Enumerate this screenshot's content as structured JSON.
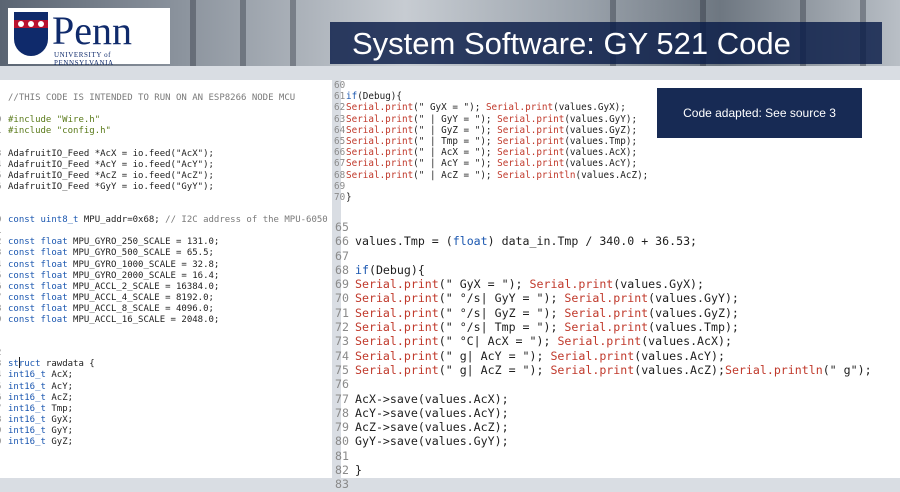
{
  "slide": {
    "logo_text": "Penn",
    "logo_subtext": "UNIVERSITY of PENNSYLVANIA",
    "title": "System Software: GY 521 Code",
    "callout": "Code adapted: See source 3"
  },
  "colors": {
    "title_bar": "#0a1c48",
    "callout_bg": "#172a54",
    "penn_blue": "#0f2a6b",
    "penn_red": "#b8122f",
    "keyword": "#1b57b0",
    "string": "#c0392b"
  },
  "left_code": [
    {
      "n": "",
      "t": ""
    },
    {
      "n": "",
      "t": "//THIS CODE IS INTENDED TO RUN ON AN ESP8266 NODE MCU"
    },
    {
      "n": "",
      "t": ""
    },
    {
      "n": "0",
      "t": "#include \"Wire.h\""
    },
    {
      "n": "1",
      "t": "#include \"config.h\""
    },
    {
      "n": "",
      "t": ""
    },
    {
      "n": "3",
      "t": "AdafruitIO_Feed *AcX = io.feed(\"AcX\");"
    },
    {
      "n": "4",
      "t": "AdafruitIO_Feed *AcY = io.feed(\"AcY\");"
    },
    {
      "n": "5",
      "t": "AdafruitIO_Feed *AcZ = io.feed(\"AcZ\");"
    },
    {
      "n": "6",
      "t": "AdafruitIO_Feed *GyY = io.feed(\"GyY\");"
    },
    {
      "n": "",
      "t": ""
    },
    {
      "n": "",
      "t": ""
    },
    {
      "n": "0",
      "t": "const uint8_t MPU_addr=0x68; // I2C address of the MPU-6050"
    },
    {
      "n": "1",
      "t": ""
    },
    {
      "n": "2",
      "t": "const float MPU_GYRO_250_SCALE = 131.0;"
    },
    {
      "n": "3",
      "t": "const float MPU_GYRO_500_SCALE = 65.5;"
    },
    {
      "n": "4",
      "t": "const float MPU_GYRO_1000_SCALE = 32.8;"
    },
    {
      "n": "5",
      "t": "const float MPU_GYRO_2000_SCALE = 16.4;"
    },
    {
      "n": "6",
      "t": "const float MPU_ACCL_2_SCALE = 16384.0;"
    },
    {
      "n": "7",
      "t": "const float MPU_ACCL_4_SCALE = 8192.0;"
    },
    {
      "n": "8",
      "t": "const float MPU_ACCL_8_SCALE = 4096.0;"
    },
    {
      "n": "9",
      "t": "const float MPU_ACCL_16_SCALE = 2048.0;"
    },
    {
      "n": "",
      "t": ""
    },
    {
      "n": "",
      "t": ""
    },
    {
      "n": "2",
      "t": ""
    },
    {
      "n": "3",
      "t": "struct rawdata {"
    },
    {
      "n": "4",
      "t": "int16_t AcX;"
    },
    {
      "n": "5",
      "t": "int16_t AcY;"
    },
    {
      "n": "6",
      "t": "int16_t AcZ;"
    },
    {
      "n": "7",
      "t": "int16_t Tmp;"
    },
    {
      "n": "8",
      "t": "int16_t GyX;"
    },
    {
      "n": "9",
      "t": "int16_t GyY;"
    },
    {
      "n": "0",
      "t": "int16_t GyZ;"
    }
  ],
  "right_code_top": [
    {
      "n": "60",
      "t": ""
    },
    {
      "n": "61",
      "t": "if(Debug){"
    },
    {
      "n": "62",
      "t": "Serial.print(\" GyX = \"); Serial.print(values.GyX);"
    },
    {
      "n": "63",
      "t": "Serial.print(\" | GyY = \"); Serial.print(values.GyY);"
    },
    {
      "n": "64",
      "t": "Serial.print(\" | GyZ = \"); Serial.print(values.GyZ);"
    },
    {
      "n": "65",
      "t": "Serial.print(\" | Tmp = \"); Serial.print(values.Tmp);"
    },
    {
      "n": "66",
      "t": "Serial.print(\" | AcX = \"); Serial.print(values.AcX);"
    },
    {
      "n": "67",
      "t": "Serial.print(\" | AcY = \"); Serial.print(values.AcY);"
    },
    {
      "n": "68",
      "t": "Serial.print(\" | AcZ = \"); Serial.println(values.AcZ);"
    },
    {
      "n": "69",
      "t": ""
    },
    {
      "n": "70",
      "t": "}"
    }
  ],
  "right_code_bottom": [
    {
      "n": "65",
      "t": ""
    },
    {
      "n": "66",
      "t": "values.Tmp = (float) data_in.Tmp / 340.0 + 36.53;"
    },
    {
      "n": "67",
      "t": ""
    },
    {
      "n": "68",
      "t": "if(Debug){"
    },
    {
      "n": "69",
      "t": "Serial.print(\" GyX = \"); Serial.print(values.GyX);"
    },
    {
      "n": "70",
      "t": "Serial.print(\" °/s| GyY = \"); Serial.print(values.GyY);"
    },
    {
      "n": "71",
      "t": "Serial.print(\" °/s| GyZ = \"); Serial.print(values.GyZ);"
    },
    {
      "n": "72",
      "t": "Serial.print(\" °/s| Tmp = \"); Serial.print(values.Tmp);"
    },
    {
      "n": "73",
      "t": "Serial.print(\" °C| AcX = \"); Serial.print(values.AcX);"
    },
    {
      "n": "74",
      "t": "Serial.print(\" g| AcY = \"); Serial.print(values.AcY);"
    },
    {
      "n": "75",
      "t": "Serial.print(\" g| AcZ = \"); Serial.print(values.AcZ);Serial.println(\" g\");"
    },
    {
      "n": "76",
      "t": ""
    },
    {
      "n": "77",
      "t": "AcX->save(values.AcX);"
    },
    {
      "n": "78",
      "t": "AcY->save(values.AcY);"
    },
    {
      "n": "79",
      "t": "AcZ->save(values.AcZ);"
    },
    {
      "n": "80",
      "t": "GyY->save(values.GyY);"
    },
    {
      "n": "81",
      "t": ""
    },
    {
      "n": "82",
      "t": "}"
    },
    {
      "n": "83",
      "t": ""
    }
  ]
}
